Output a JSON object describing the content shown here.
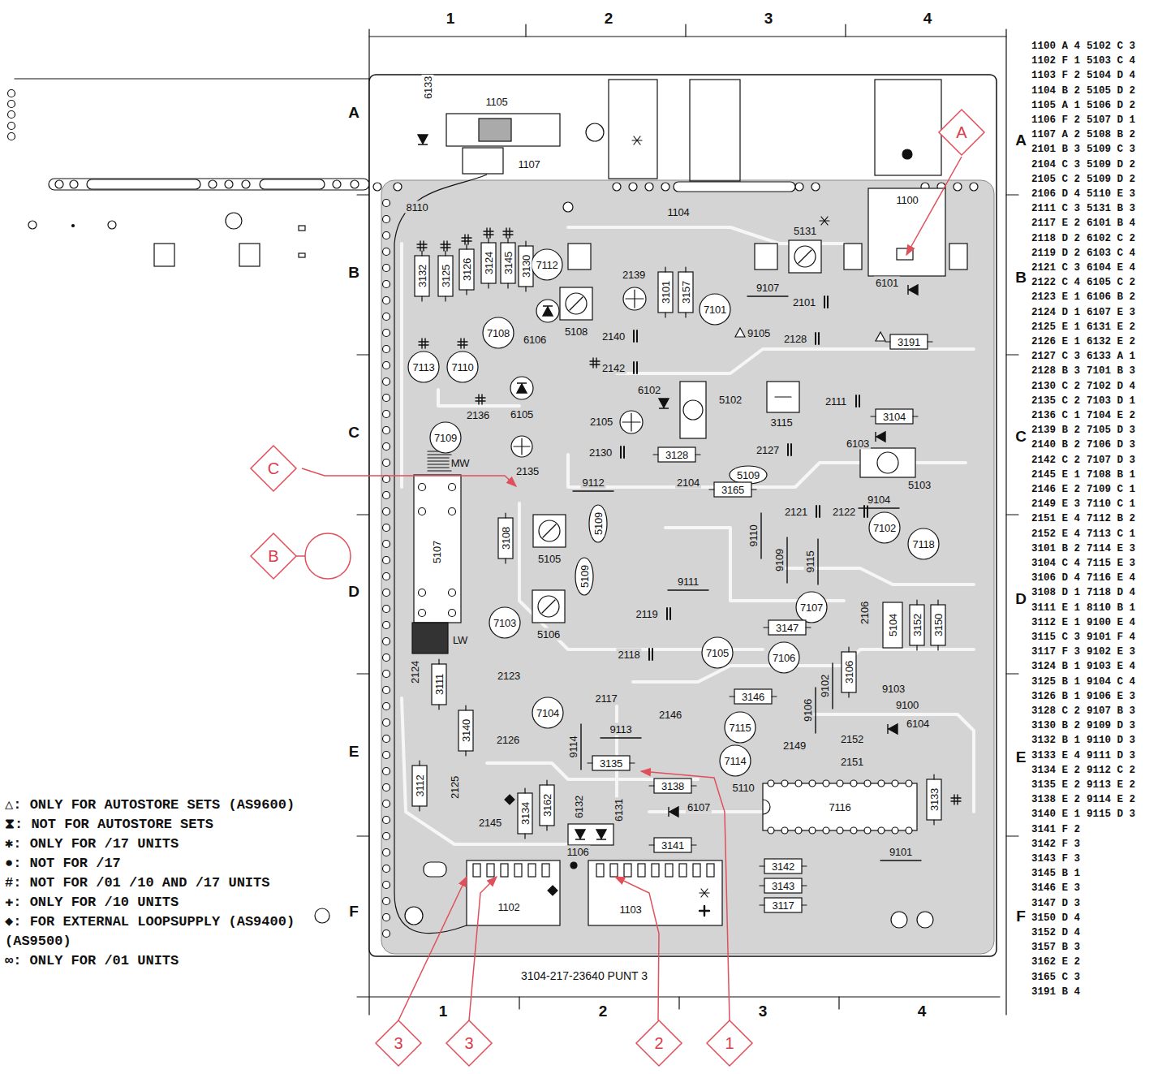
{
  "diagram": {
    "nodes": [
      {
        "text": [
          "A"
        ]
      },
      {
        "text": [
          "C"
        ]
      },
      {
        "text": [
          "B"
        ]
      },
      {
        "text": [
          "3"
        ]
      },
      {
        "text": [
          "3"
        ]
      },
      {
        "text": [
          "2"
        ]
      },
      {
        "text": [
          "1"
        ]
      }
    ],
    "labels": [
      "1",
      "2",
      "3",
      "4",
      "1",
      "2",
      "3",
      "4",
      "A",
      "B",
      "C",
      "D",
      "E",
      "F",
      "A",
      "B",
      "C",
      "D",
      "E",
      "F",
      "6133",
      "1105",
      "1107",
      "8110",
      "1104",
      "5131",
      "1100",
      "3132",
      "3125",
      "3126",
      "3124",
      "3145",
      "3130",
      "7112",
      "2139",
      "3101",
      "3157",
      "7101",
      "9107",
      "2101",
      "9105",
      "6101",
      "7108",
      "6106",
      "5108",
      "2140",
      "2128",
      "3191",
      "7113",
      "7110",
      "2142",
      "6102",
      "5102",
      "2111",
      "3104",
      "2136",
      "6105",
      "2105",
      "3115",
      "7109",
      "6103",
      "2130",
      "3128",
      "2127",
      "MW",
      "2135",
      "5109",
      "9112",
      "2104",
      "3165",
      "5103",
      "9104",
      "2121",
      "2122",
      "5109",
      "7102",
      "3108",
      "9110",
      "7118",
      "5107",
      "5105",
      "9109",
      "9115",
      "5109",
      "9111",
      "2106",
      "7107",
      "2119",
      "7103",
      "3147",
      "5104",
      "3152",
      "3150",
      "5106",
      "LW",
      "7105",
      "2118",
      "7106",
      "2124",
      "3111",
      "2123",
      "3106",
      "9102",
      "9103",
      "3146",
      "2117",
      "9100",
      "9106",
      "7104",
      "2146",
      "6104",
      "7115",
      "3140",
      "9113",
      "2126",
      "2152",
      "9114",
      "2149",
      "7114",
      "2151",
      "3135",
      "3112",
      "2125",
      "3138",
      "5110",
      "3133",
      "6107",
      "7116",
      "3162",
      "3134",
      "6132",
      "6131",
      "2145",
      "3141",
      "1106",
      "9101",
      "3142",
      "3143",
      "3117",
      "1102",
      "1103",
      "3104-217-23640 PUNT 3",
      "1100 A 4",
      "1102 F 1",
      "1103 F 2",
      "1104 B 2",
      "1105 A 1",
      "1106 F 2",
      "1107 A 2",
      "2101 B 3",
      "2104 C 3",
      "2105 C 2",
      "2106 D 4",
      "2111 C 3",
      "2117 E 2",
      "2118 D 2",
      "2119 D 2",
      "2121 C 3",
      "2122 C 4",
      "2123 E 1",
      "2124 D 1",
      "2125 E 1",
      "2126 E 1",
      "2127 C 3",
      "2128 B 3",
      "2130 C 2",
      "2135 C 2",
      "2136 C 1",
      "2139 B 2",
      "2140 B 2",
      "2142 C 2",
      "2145 E 1",
      "2146 E 2",
      "2149 E 3",
      "2151 E 4",
      "2152 E 4",
      "3101 B 2",
      "3104 C 4",
      "3106 D 4",
      "3108 D 1",
      "3111 E 1",
      "3112 E 1",
      "3115 C 3",
      "3117 F 3",
      "3124 B 1",
      "3125 B 1",
      "3126 B 1",
      "3128 C 2",
      "3130 B 2",
      "3132 B 1",
      "3133 E 4",
      "3134 E 2",
      "3135 E 2",
      "3138 E 2",
      "3140 E 1",
      "3141 F 2",
      "3142 F 3",
      "3143 F 3",
      "3145 B 1",
      "3146 E 3",
      "3147 D 3",
      "3150 D 4",
      "3152 D 4",
      "3157 B 3",
      "3162 E 2",
      "3165 C 3",
      "3191 B 4",
      "5102 C 3",
      "5103 C 4",
      "5104 D 4",
      "5105 D 2",
      "5106 D 2",
      "5107 D 1",
      "5108 B 2",
      "5109 C 3",
      "5109 D 2",
      "5109 D 2",
      "5110 E 3",
      "5131 B 3",
      "6101 B 4",
      "6102 C 2",
      "6103 C 4",
      "6104 E 4",
      "6105 C 2",
      "6106 B 2",
      "6107 E 3",
      "6131 E 2",
      "6132 E 2",
      "6133 A 1",
      "7101 B 3",
      "7102 D 4",
      "7103 D 1",
      "7104 E 2",
      "7105 D 3",
      "7106 D 3",
      "7107 D 3",
      "7108 B 1",
      "7109 C 1",
      "7110 C 1",
      "7112 B 2",
      "7113 C 1",
      "7114 E 3",
      "7115 E 3",
      "7116 E 4",
      "7118 D 4",
      "8110 B 1",
      "9100 E 4",
      "9101 F 4",
      "9102 E 3",
      "9103 E 4",
      "9104 C 4",
      "9106 E 3",
      "9107 B 3",
      "9109 D 3",
      "9110 D 3",
      "9111 D 3",
      "9112 C 2",
      "9113 E 2",
      "9114 E 2",
      "9115 D 3"
    ],
    "legend": [
      {
        "text": "△: ONLY FOR AUTOSTORE SETS (AS9600)"
      },
      {
        "text": "⧗: NOT FOR AUTOSTORE SETS"
      },
      {
        "text": "✱: ONLY FOR /17 UNITS"
      },
      {
        "text": "●: NOT FOR /17"
      },
      {
        "text": "#: NOT FOR /01 /10 AND /17 UNITS"
      },
      {
        "text": "✚: ONLY FOR /10 UNITS"
      },
      {
        "text": "◆: FOR EXTERNAL LOOPSUPPLY (AS9400) (AS9500)"
      },
      {
        "text": "∞: ONLY FOR /01 UNITS"
      }
    ]
  }
}
